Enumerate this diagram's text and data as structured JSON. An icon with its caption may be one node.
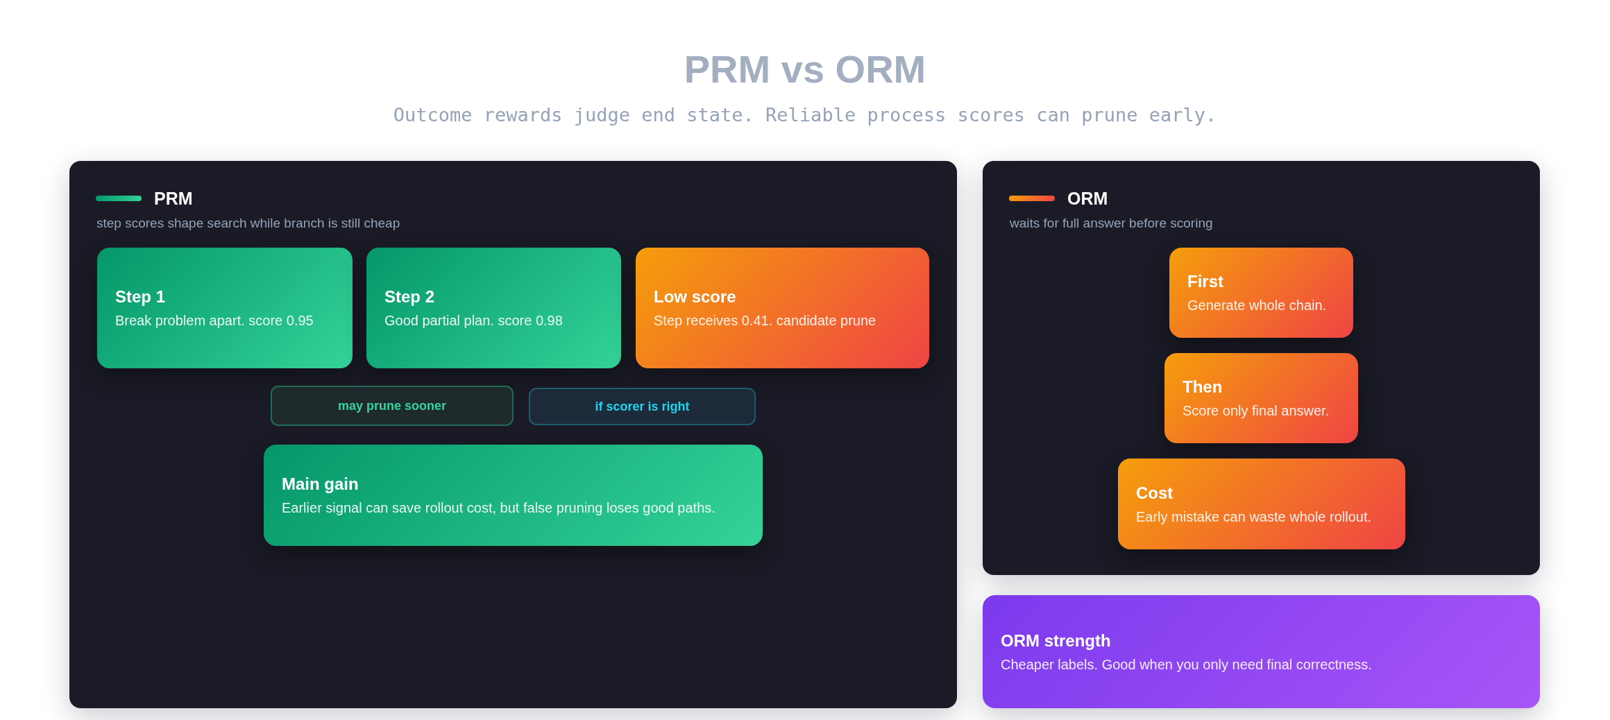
{
  "diagram": {
    "title": "PRM vs ORM",
    "nodes": [
      {
        "text": [
          "PRM",
          "step scores shape search while branch is still cheap"
        ]
      },
      {
        "text": [
          "Step 1",
          "Break problem apart. score 0.95"
        ],
        "in": 0
      },
      {
        "text": [
          "Step 2",
          "Good partial plan. score 0.98"
        ],
        "in": 0
      },
      {
        "text": [
          "Low score",
          "Step receives 0.41. candidate prune"
        ],
        "in": 0
      },
      {
        "text": [
          "may prune sooner"
        ],
        "in": 0
      },
      {
        "text": [
          "if scorer is right"
        ],
        "in": 0
      },
      {
        "text": [
          "Main gain",
          "Earlier signal can save rollout cost, but false pruning loses good paths."
        ],
        "in": 0
      },
      {
        "text": [
          "ORM",
          "waits for full answer before scoring"
        ]
      },
      {
        "text": [
          "First",
          "Generate whole chain."
        ],
        "in": 7
      },
      {
        "text": [
          "Then",
          "Score only final answer."
        ],
        "in": 7
      },
      {
        "text": [
          "Cost",
          "Early mistake can waste whole rollout."
        ],
        "in": 7
      },
      {
        "text": [
          "ORM strength",
          "Cheaper labels. Good when you only need final correctness."
        ]
      }
    ],
    "labels": [
      "Outcome rewards judge end state. Reliable process scores can prune early."
    ]
  }
}
